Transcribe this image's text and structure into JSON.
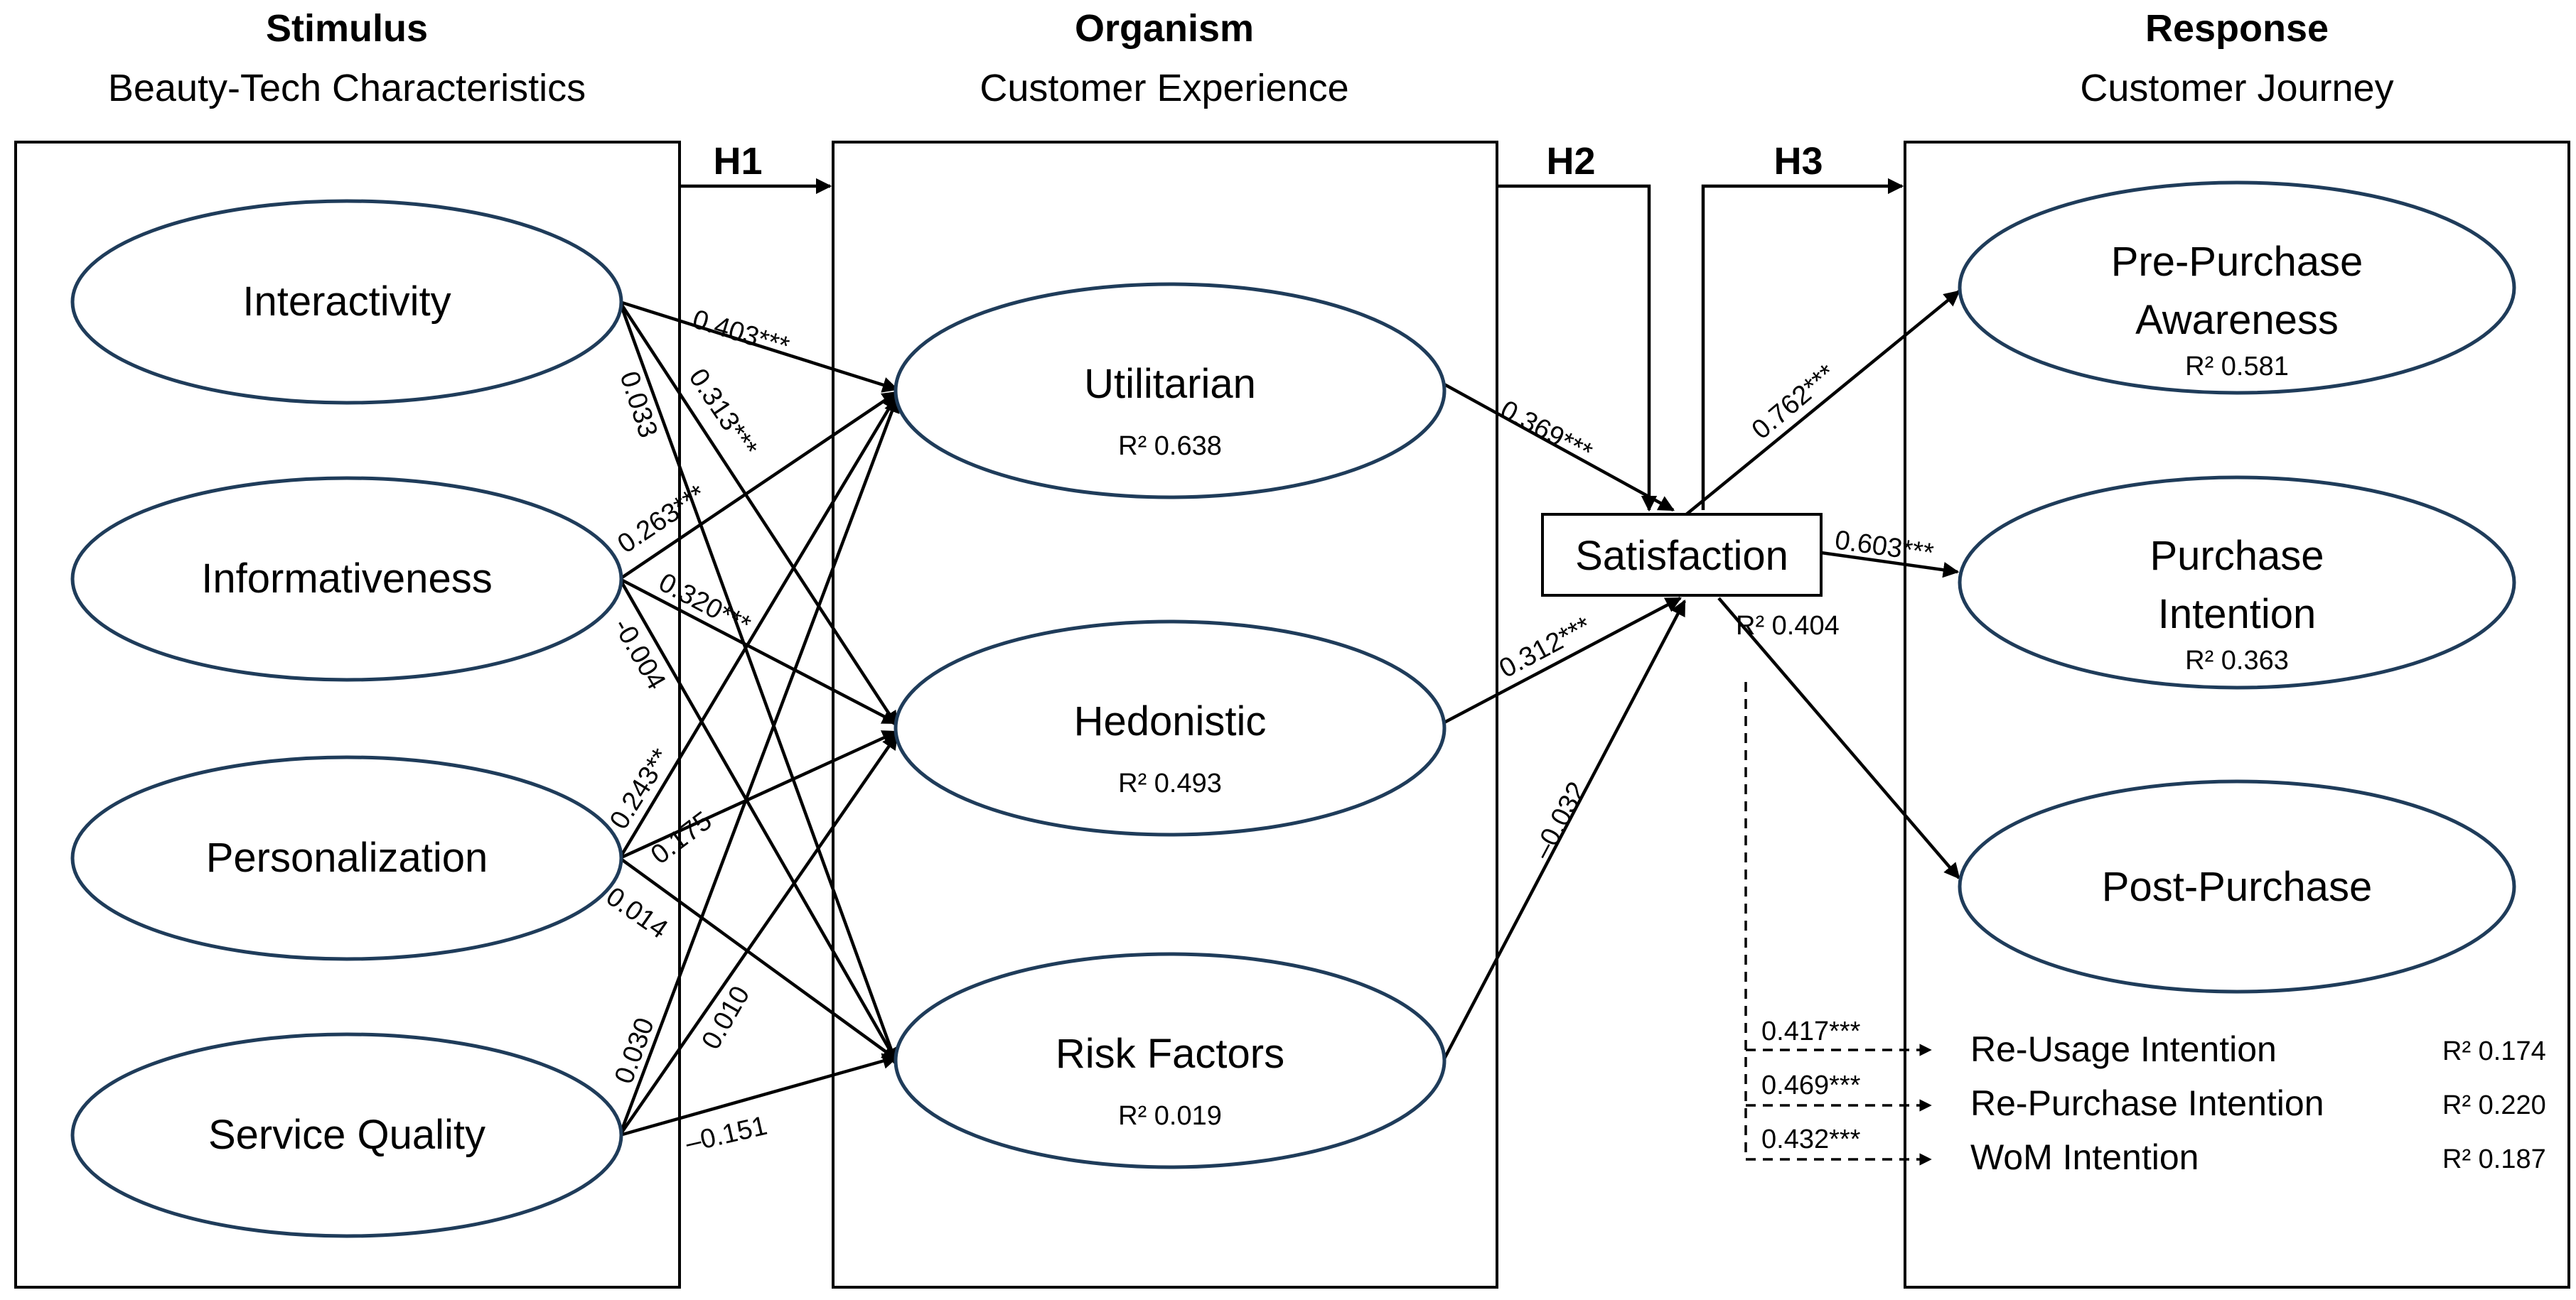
{
  "columns": {
    "stimulus": {
      "title": "Stimulus",
      "subtitle": "Beauty-Tech Characteristics"
    },
    "organism": {
      "title": "Organism",
      "subtitle": "Customer Experience"
    },
    "response": {
      "title": "Response",
      "subtitle": "Customer Journey"
    }
  },
  "hypotheses": {
    "h1": "H1",
    "h2": "H2",
    "h3": "H3"
  },
  "stimulus_nodes": [
    "Interactivity",
    "Informativeness",
    "Personalization",
    "Service Quality"
  ],
  "organism_nodes": [
    {
      "label": "Utilitarian",
      "r2": "R² 0.638"
    },
    {
      "label": "Hedonistic",
      "r2": "R² 0.493"
    },
    {
      "label": "Risk Factors",
      "r2": "R² 0.019"
    }
  ],
  "satisfaction": {
    "label": "Satisfaction",
    "r2": "R² 0.404"
  },
  "response_nodes": [
    {
      "line1": "Pre-Purchase",
      "line2": "Awareness",
      "r2": "R² 0.581"
    },
    {
      "line1": "Purchase",
      "line2": "Intention",
      "r2": "R² 0.363"
    },
    {
      "line1": "Post-Purchase",
      "line2": "",
      "r2": ""
    }
  ],
  "post_purchase_outcomes": [
    {
      "label": "Re-Usage Intention",
      "coef": "0.417***",
      "r2": "R² 0.174"
    },
    {
      "label": "Re-Purchase Intention",
      "coef": "0.469***",
      "r2": "R² 0.220"
    },
    {
      "label": "WoM Intention",
      "coef": "0.432***",
      "r2": "R² 0.187"
    }
  ],
  "paths": {
    "interactivity_utilitarian": "0.403***",
    "interactivity_hedonistic": "0.313***",
    "interactivity_risk": "0.033",
    "informativeness_utilitarian": "0.263***",
    "informativeness_hedonistic": "0.320***",
    "informativeness_risk": "-0.004",
    "personalization_utilitarian": "0.243**",
    "personalization_hedonistic": "0.175",
    "personalization_risk": "0.014",
    "servicequality_utilitarian": "0.030",
    "servicequality_hedonistic": "0.010",
    "servicequality_risk": "–0.151",
    "utilitarian_satisfaction": "0.369***",
    "hedonistic_satisfaction": "0.312***",
    "risk_satisfaction": "–0.032",
    "satisfaction_prepurchase": "0.762***",
    "satisfaction_purchase": "0.603***"
  }
}
